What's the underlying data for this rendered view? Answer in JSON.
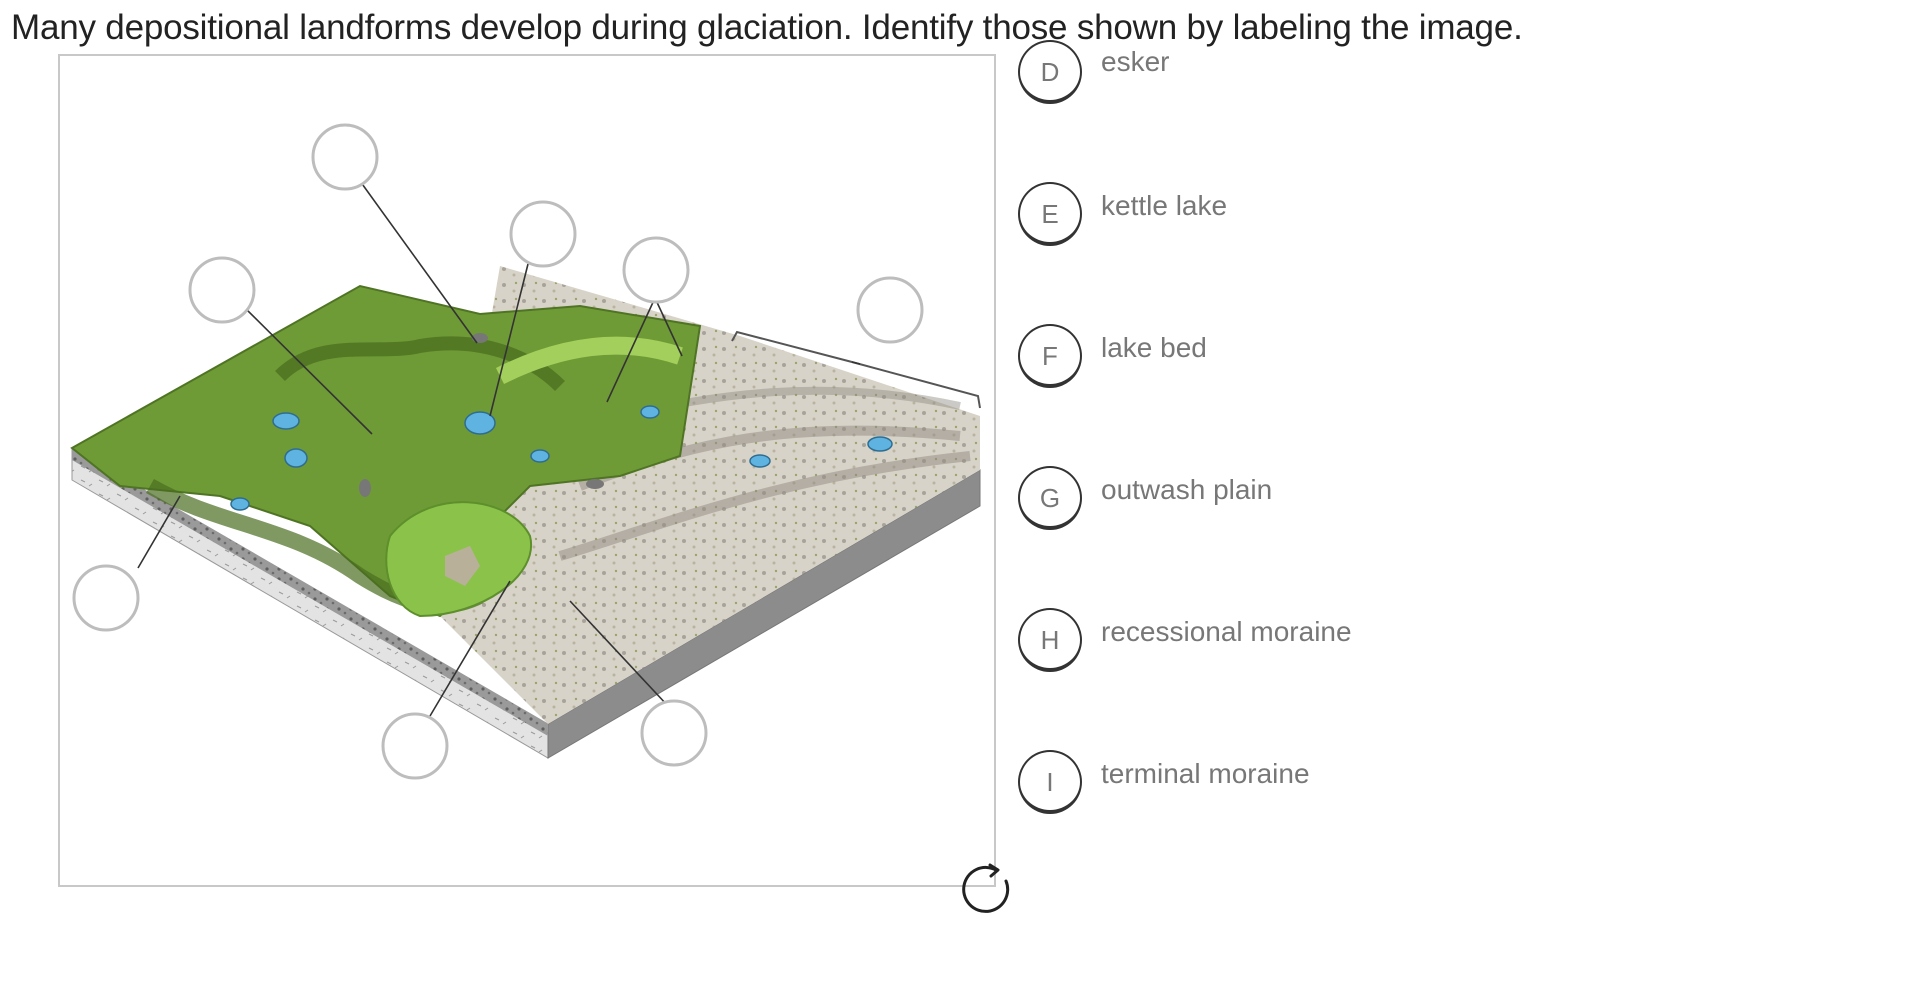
{
  "question": "Many depositional landforms develop during glaciation. Identify those shown by labeling the image.",
  "label_bank": [
    {
      "letter": "D",
      "text": "esker"
    },
    {
      "letter": "E",
      "text": "kettle lake"
    },
    {
      "letter": "F",
      "text": "lake bed"
    },
    {
      "letter": "G",
      "text": "outwash plain"
    },
    {
      "letter": "H",
      "text": "recessional moraine"
    },
    {
      "letter": "I",
      "text": "terminal moraine"
    }
  ],
  "icons": {
    "reset": "reset-icon"
  },
  "colors": {
    "grass_dark": "#5e8a2e",
    "grass_light": "#8dbb45",
    "water": "#5fb3e0",
    "rock": "#d9d6cf",
    "drop_circle": "#bdbdbd"
  }
}
